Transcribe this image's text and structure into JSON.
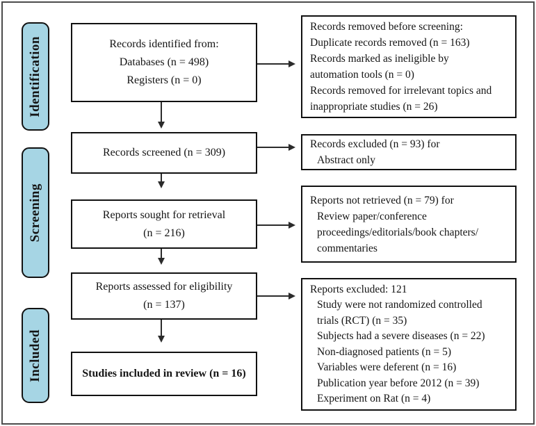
{
  "colors": {
    "pill_fill": "#a6d5e4",
    "line_color": "#2b2b2b",
    "box_border": "#111111",
    "outer_border": "#4b4b4b",
    "background": "#ffffff"
  },
  "sidebar": [
    {
      "label": "Identification"
    },
    {
      "label": "Screening"
    },
    {
      "label": "Included"
    }
  ],
  "main_boxes": [
    {
      "lines": [
        "Records identified from:",
        "Databases (n = 498)",
        "Registers (n = 0)"
      ]
    },
    {
      "lines": [
        "Records screened (n = 309)"
      ]
    },
    {
      "lines": [
        "Reports sought for retrieval",
        "(n = 216)"
      ]
    },
    {
      "lines": [
        "Reports assessed for eligibility",
        "(n = 137)"
      ]
    },
    {
      "lines": [
        "Studies included in review (n = 16)"
      ]
    }
  ],
  "side_boxes": [
    {
      "lines": [
        "Records removed before screening:",
        "Duplicate records removed (n = 163)",
        "Records marked as ineligible by",
        "automation tools (n = 0)",
        "Records removed for irrelevant topics and",
        "inappropriate studies (n = 26)"
      ]
    },
    {
      "lines": [
        "Records excluded (n = 93) for",
        "Abstract only"
      ]
    },
    {
      "lines": [
        "Reports not retrieved (n = 79) for",
        "Review paper/conference",
        "proceedings/editorials/book chapters/",
        "commentaries"
      ]
    },
    {
      "lines": [
        "Reports excluded: 121",
        "Study were not randomized controlled",
        "trials (RCT) (n = 35)",
        "Subjects had a severe diseases (n = 22)",
        "Non-diagnosed patients (n = 5)",
        "Variables were deferent (n = 16)",
        "Publication year before 2012 (n = 39)",
        "Experiment on Rat (n = 4)"
      ]
    }
  ]
}
